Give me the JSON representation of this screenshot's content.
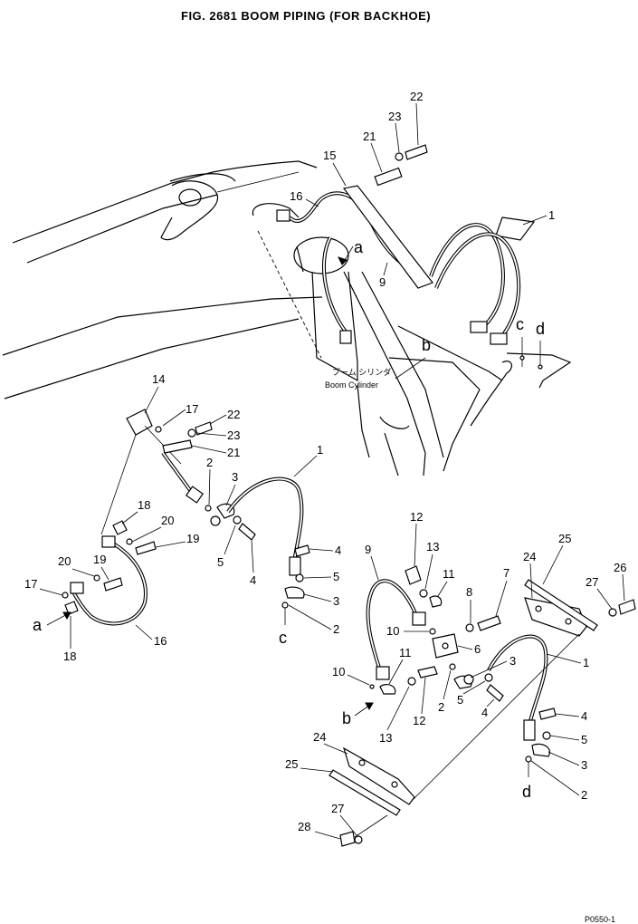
{
  "title": "FIG. 2681   BOOM PIPING (FOR BACKHOE)",
  "cylinder_label_jp": "ブーム シリンダ",
  "cylinder_label_en": "Boom Cylinder",
  "drawing_number": "P0550-1",
  "callouts": {
    "top": [
      "22",
      "23",
      "21",
      "15",
      "16",
      "1",
      "a",
      "9",
      "c",
      "d",
      "b"
    ],
    "left": [
      "14",
      "17",
      "22",
      "23",
      "21",
      "2",
      "3",
      "1",
      "18",
      "20",
      "19",
      "20",
      "19",
      "17",
      "a",
      "18",
      "16",
      "5",
      "4",
      "4",
      "5",
      "3",
      "2",
      "c"
    ],
    "right": [
      "12",
      "13",
      "11",
      "9",
      "8",
      "7",
      "25",
      "24",
      "27",
      "26",
      "10",
      "6",
      "1",
      "3",
      "11",
      "10",
      "b",
      "13",
      "12",
      "2",
      "5",
      "4",
      "4",
      "5",
      "3",
      "d",
      "2",
      "24",
      "25",
      "27",
      "28"
    ]
  }
}
